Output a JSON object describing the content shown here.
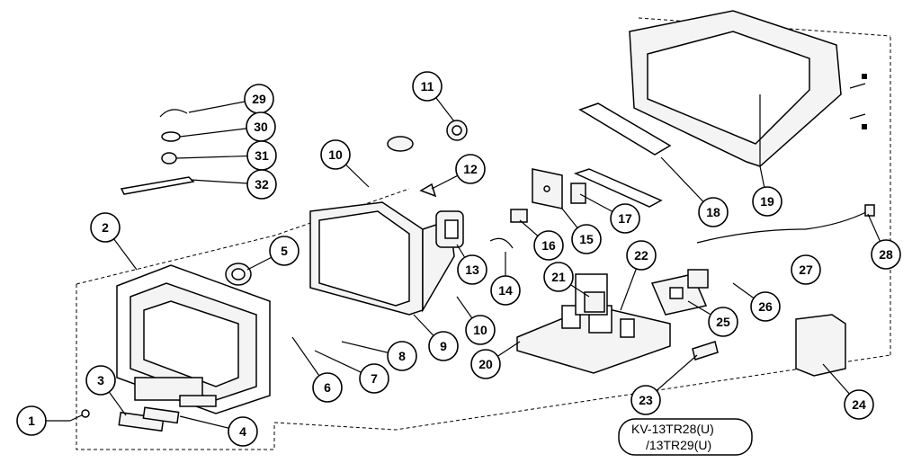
{
  "diagram": {
    "model_line1": "KV-13TR28(U)",
    "model_line2": "/13TR29(U)",
    "callouts": [
      {
        "id": "1",
        "label": "1"
      },
      {
        "id": "2",
        "label": "2"
      },
      {
        "id": "3",
        "label": "3"
      },
      {
        "id": "4",
        "label": "4"
      },
      {
        "id": "5",
        "label": "5"
      },
      {
        "id": "6",
        "label": "6"
      },
      {
        "id": "7",
        "label": "7"
      },
      {
        "id": "8",
        "label": "8"
      },
      {
        "id": "9",
        "label": "9"
      },
      {
        "id": "10a",
        "label": "10"
      },
      {
        "id": "10b",
        "label": "10"
      },
      {
        "id": "11",
        "label": "11"
      },
      {
        "id": "12",
        "label": "12"
      },
      {
        "id": "13",
        "label": "13"
      },
      {
        "id": "14",
        "label": "14"
      },
      {
        "id": "15",
        "label": "15"
      },
      {
        "id": "16",
        "label": "16"
      },
      {
        "id": "17",
        "label": "17"
      },
      {
        "id": "18",
        "label": "18"
      },
      {
        "id": "19",
        "label": "19"
      },
      {
        "id": "20",
        "label": "20"
      },
      {
        "id": "21",
        "label": "21"
      },
      {
        "id": "22",
        "label": "22"
      },
      {
        "id": "23",
        "label": "23"
      },
      {
        "id": "24",
        "label": "24"
      },
      {
        "id": "25",
        "label": "25"
      },
      {
        "id": "26",
        "label": "26"
      },
      {
        "id": "27",
        "label": "27"
      },
      {
        "id": "28",
        "label": "28"
      },
      {
        "id": "29",
        "label": "29"
      },
      {
        "id": "30",
        "label": "30"
      },
      {
        "id": "31",
        "label": "31"
      },
      {
        "id": "32",
        "label": "32"
      }
    ]
  }
}
